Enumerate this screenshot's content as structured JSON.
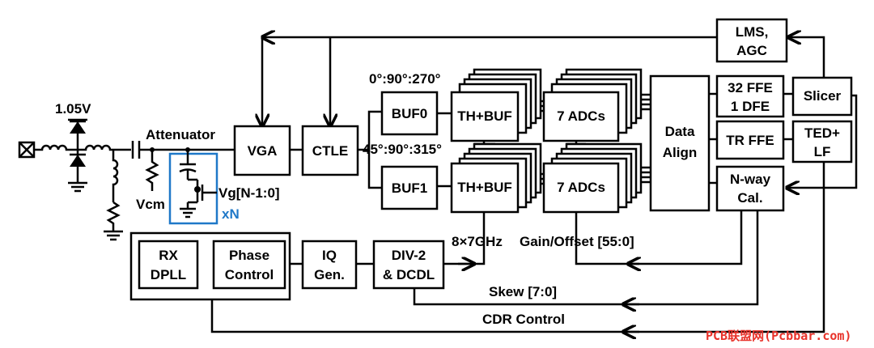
{
  "colors": {
    "line": "#000000",
    "highlight": "#1f78c8",
    "watermark": "#e8322a"
  },
  "labels": {
    "v105": "1.05V",
    "attenuator": "Attenuator",
    "vcm": "Vcm",
    "vg": "Vg[N-1:0]",
    "xn": "xN",
    "phase_top": "0°:90°:270°",
    "phase_mid": "45°:90°:315°",
    "clock": "8×7GHz",
    "gain_offset": "Gain/Offset [55:0]",
    "skew": "Skew [7:0]",
    "cdr": "CDR Control",
    "watermark": "PCB联盟网(Pcbbar.com)"
  },
  "blocks": {
    "vga": "VGA",
    "ctle": "CTLE",
    "buf0": "BUF0",
    "buf1": "BUF1",
    "thbuf_top": "TH+BUF",
    "thbuf_bot": "TH+BUF",
    "adc_top": "7 ADCs",
    "adc_bot": "7 ADCs",
    "data_align": [
      "Data",
      "Align"
    ],
    "lms": [
      "LMS,",
      "AGC"
    ],
    "ffe": [
      "32 FFE",
      "1 DFE"
    ],
    "tr_ffe": "TR FFE",
    "nway": [
      "N-way",
      "Cal."
    ],
    "slicer": "Slicer",
    "ted": [
      "TED+",
      "LF"
    ],
    "rx_dpll": [
      "RX",
      "DPLL"
    ],
    "phase_ctrl": [
      "Phase",
      "Control"
    ],
    "iq_gen": [
      "IQ",
      "Gen."
    ],
    "div2": [
      "DIV-2",
      "& DCDL"
    ]
  }
}
